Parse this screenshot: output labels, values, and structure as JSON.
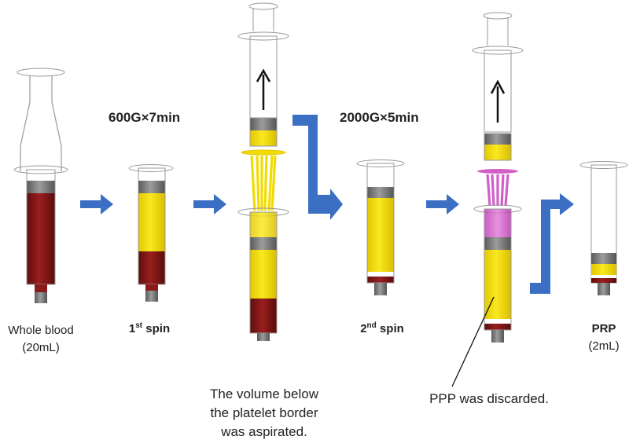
{
  "labels": {
    "spin1_condition": "600G×7min",
    "spin2_condition": "2000G×5min",
    "whole_blood": "Whole blood",
    "whole_blood_volume": "(20mL)",
    "first_spin_prefix": "1",
    "first_spin_sup": "st",
    "first_spin_suffix": " spin",
    "second_spin_prefix": "2",
    "second_spin_sup": "nd",
    "second_spin_suffix": " spin",
    "prp": "PRP",
    "prp_volume": "(2mL)",
    "aspirated_line1": "The volume below",
    "aspirated_line2": "the platelet border",
    "aspirated_line3": "was aspirated.",
    "ppp_discarded": "PPP was discarded."
  },
  "colors": {
    "blood": "#8b1a1a",
    "plasma": "#f2dc00",
    "platelet_poor_plasma": "#d060c8",
    "arrow": "#3a6fc4",
    "plunger": "#7f7f7f",
    "barrel_outline": "#9a9a9a"
  },
  "icons": [
    "right-arrow-icon",
    "up-arrow-icon",
    "transfer-arrow-icon",
    "syringe-icon"
  ]
}
